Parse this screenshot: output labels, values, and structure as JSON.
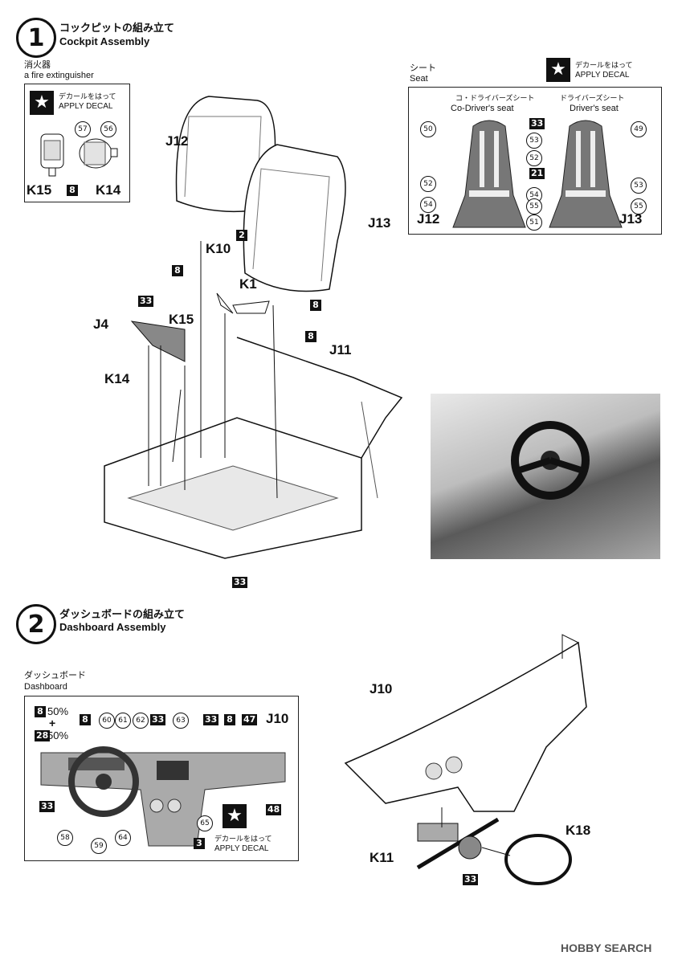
{
  "step1": {
    "number": "1",
    "title_jp": "コックピットの組み立て",
    "title_en": "Cockpit Assembly"
  },
  "step2": {
    "number": "2",
    "title_jp": "ダッシュボードの組み立て",
    "title_en": "Dashboard Assembly"
  },
  "extinguisher": {
    "label_jp": "消火器",
    "label_en": "a fire extinguisher",
    "decal_jp": "デカールをはって",
    "decal_en": "APPLY DECAL",
    "decal_left": "57",
    "decal_right": "56",
    "parts": [
      "K15",
      "8",
      "K14"
    ]
  },
  "seat": {
    "label_jp": "シート",
    "label_en": "Seat",
    "decal_jp": "デカールをはって",
    "decal_en": "APPLY DECAL",
    "codriver_jp": "コ・ドライバーズシート",
    "codriver_en": "Co-Driver's seat",
    "driver_jp": "ドライバーズシート",
    "driver_en": "Driver's seat",
    "n50": "50",
    "n33": "33",
    "n49": "49",
    "n53a": "53",
    "n52a": "52",
    "n21": "21",
    "n52b": "52",
    "n53b": "53",
    "n54a": "54",
    "n54b": "54",
    "n55a": "55",
    "n55b": "55",
    "n51": "51",
    "j12": "J12",
    "j13": "J13"
  },
  "cockpit_labels": {
    "j12": "J12",
    "j13": "J13",
    "k10": "K10",
    "c2": "2",
    "c8a": "8",
    "k1": "K1",
    "c8b": "8",
    "c33a": "33",
    "j4": "J4",
    "k15": "K15",
    "k14": "K14",
    "c8c": "8",
    "j11": "J11",
    "c33b": "33"
  },
  "dashboard": {
    "label_jp": "ダッシュボード",
    "label_en": "Dashboard",
    "mix1": "50%",
    "mix_plus": "+",
    "mix2": "50%",
    "c8": "8",
    "c28": "28",
    "top_refs": [
      "8",
      "60",
      "61",
      "62",
      "33",
      "63",
      "33",
      "8",
      "47"
    ],
    "j10": "J10",
    "c33": "33",
    "c48": "48",
    "bottom_refs": [
      "58",
      "59",
      "64",
      "65"
    ],
    "c3": "3",
    "decal_jp": "デカールをはって",
    "decal_en": "APPLY DECAL"
  },
  "assembly2": {
    "j10": "J10",
    "k18": "K18",
    "k11": "K11",
    "c33": "33"
  },
  "watermark": "HOBBY SEARCH"
}
